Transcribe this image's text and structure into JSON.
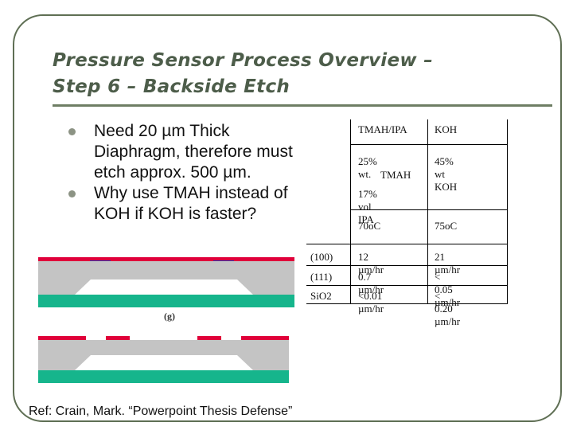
{
  "slide": {
    "title_line1": "Pressure Sensor Process Overview –",
    "title_line2": "Step 6 – Backside Etch",
    "bullets": [
      "Need 20 µm Thick Diaphragm, therefore must etch approx. 500 µm.",
      "Why use TMAH instead of KOH if KOH is faster?"
    ],
    "reference": "Ref:  Crain, Mark.  “Powerpoint Thesis Defense”"
  },
  "table": {
    "headers": [
      "TMAH/IPA",
      "KOH"
    ],
    "conc_tmah_1": "25% wt.",
    "conc_tmah_2": "TMAH",
    "conc_koh": "45% wt KOH",
    "ipa": "17% vol IPA",
    "temp_tmah": "70oC",
    "temp_koh": "75oC",
    "rows": [
      {
        "label": "(100)",
        "tmah": "12 µm/hr",
        "koh": "21 µm/hr"
      },
      {
        "label": "(111)",
        "tmah": "0.7 µm/hr",
        "koh": "< 0.05  µm/hr"
      },
      {
        "label": "SiO2",
        "tmah": "<0.01 µm/hr",
        "koh": "< 0.20 µm/hr"
      }
    ]
  },
  "diagram": {
    "step_label": "(g)",
    "colors": {
      "substrate": "#c4c4c4",
      "oxide_top": "#e0003a",
      "contact": "#3232a8",
      "bottom_layer": "#16b58c",
      "cavity": "#ffffff"
    }
  },
  "colors": {
    "title": "#4d5d4a",
    "frame": "#5f6f54",
    "bullet": "#8c9384"
  }
}
